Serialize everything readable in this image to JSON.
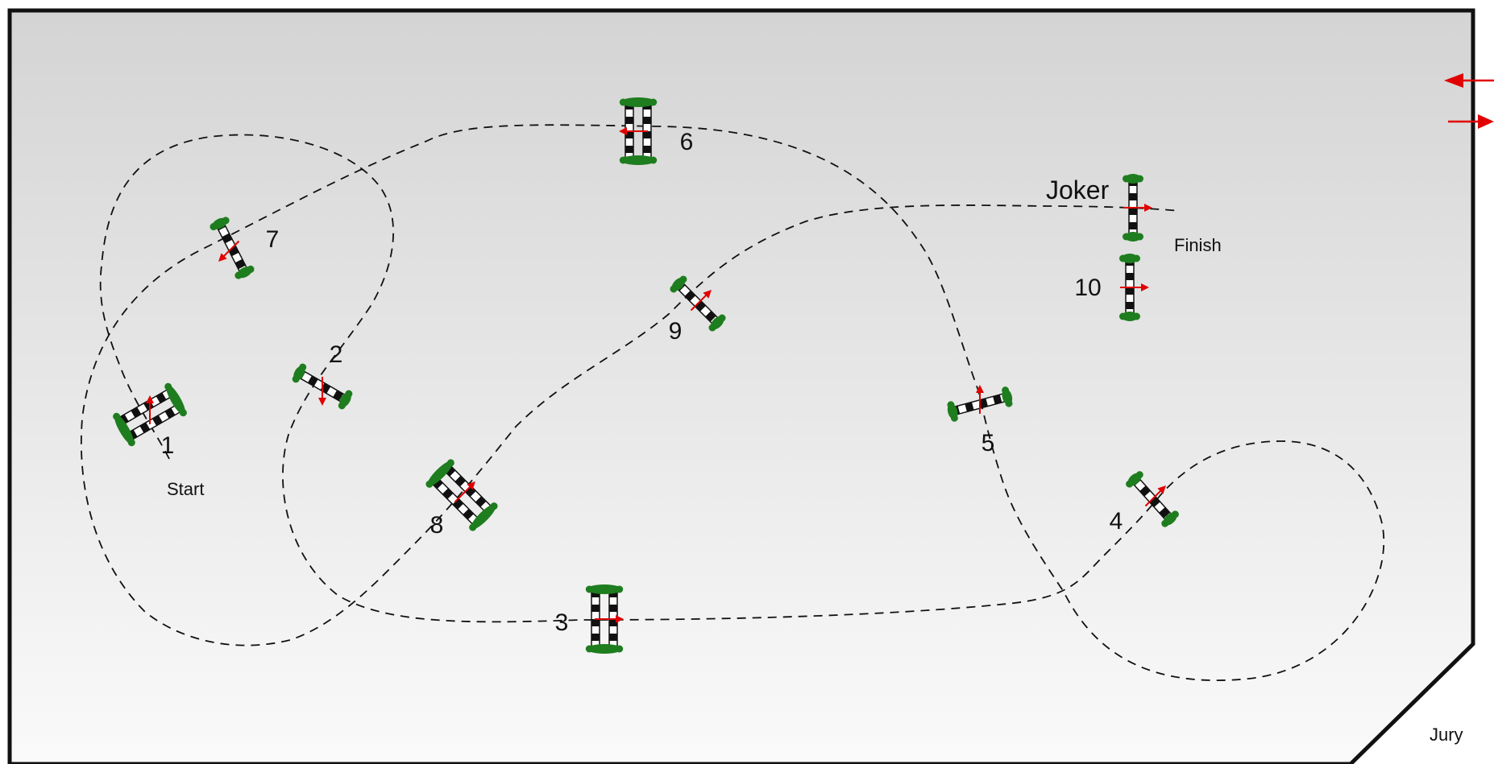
{
  "course": {
    "labels": {
      "start": "Start",
      "finish": "Finish",
      "joker": "Joker",
      "jury": "Jury"
    },
    "jumps": [
      {
        "id": "1",
        "label": "1",
        "type": "oxer",
        "direction": "up"
      },
      {
        "id": "2",
        "label": "2",
        "type": "vertical",
        "direction": "down"
      },
      {
        "id": "3",
        "label": "3",
        "type": "oxer",
        "direction": "right"
      },
      {
        "id": "4",
        "label": "4",
        "type": "vertical",
        "direction": "up-right"
      },
      {
        "id": "5",
        "label": "5",
        "type": "vertical",
        "direction": "up"
      },
      {
        "id": "6",
        "label": "6",
        "type": "oxer",
        "direction": "left"
      },
      {
        "id": "7",
        "label": "7",
        "type": "vertical",
        "direction": "down-left"
      },
      {
        "id": "8",
        "label": "8",
        "type": "oxer",
        "direction": "up-right"
      },
      {
        "id": "9",
        "label": "9",
        "type": "vertical",
        "direction": "up-right"
      },
      {
        "id": "10",
        "label": "10",
        "type": "vertical",
        "direction": "right"
      },
      {
        "id": "joker",
        "label": "Joker",
        "type": "vertical",
        "direction": "right"
      }
    ]
  },
  "colors": {
    "arena_border": "#111111",
    "arena_fill_top": "#d4d4d4",
    "arena_fill_bottom": "#fafafa",
    "route": "#111111",
    "pole_dark": "#111111",
    "pole_light": "#ffffff",
    "wing": "#1e7d1e",
    "direction_arrow": "#e00000"
  },
  "icons": {
    "entry_arrow": "arrow-left-icon",
    "exit_arrow": "arrow-right-icon"
  }
}
